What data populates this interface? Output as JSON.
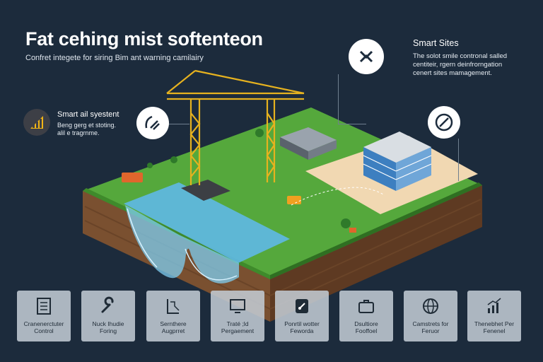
{
  "header": {
    "title": "Fat cehing mist softenteon",
    "subtitle": "Confret integete for siring Bim ant warning camilairy"
  },
  "smart_sites": {
    "heading": "Smart Sites",
    "lines": [
      "The solot smile contronal salled",
      "centiteir, rgern deinfrorngation",
      "cenert sites mamagement."
    ]
  },
  "smart_system": {
    "heading": "Smart ail syestent",
    "lines": [
      "Beng gerg et stoting.",
      "alil e tragrnme."
    ]
  },
  "cards": [
    {
      "icon": "document-icon",
      "line1": "Cranenerctuter",
      "line2": "Control"
    },
    {
      "icon": "wrench-icon",
      "line1": "Nuck Ihudie",
      "line2": "Foring"
    },
    {
      "icon": "blueprint-icon",
      "line1": "Sernthere",
      "line2": "Augprret"
    },
    {
      "icon": "monitor-icon",
      "line1": "Traté ;ld",
      "line2": "Pergaement"
    },
    {
      "icon": "tablet-icon",
      "line1": "Ponrtil wotter",
      "line2": "Feworda"
    },
    {
      "icon": "briefcase-icon",
      "line1": "Dsultiore",
      "line2": "Fooffoel"
    },
    {
      "icon": "globe-icon",
      "line1": "Camstrets for",
      "line2": "Feruor"
    },
    {
      "icon": "bar-chart-icon",
      "line1": "Thenebhet Per",
      "line2": "Fenenel"
    }
  ],
  "colors": {
    "background": "#1c2b3c",
    "grass": "#55a83c",
    "soil": "#7a5030",
    "water": "#5fb8e6",
    "crane": "#e6b21f",
    "accent_gold": "#f2b516",
    "card": "#c4cdd6"
  }
}
